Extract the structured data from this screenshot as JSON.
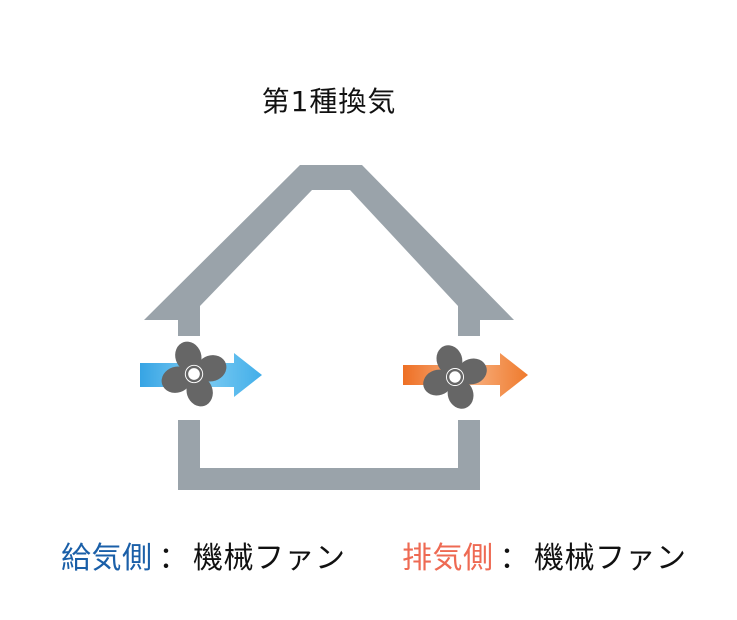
{
  "title": "第1種換気",
  "supply": {
    "side": "給気側",
    "separator": "：",
    "device": "機械ファン"
  },
  "exhaust": {
    "side": "排気側",
    "separator": "：",
    "device": "機械ファン"
  },
  "colors": {
    "house": "#9aa3aa",
    "supply_side": "#1a5fa8",
    "exhaust_side": "#ee6a53",
    "supply_arrow": "#4db5ec",
    "exhaust_arrow": "#f07a2a",
    "fan": "#666666"
  }
}
